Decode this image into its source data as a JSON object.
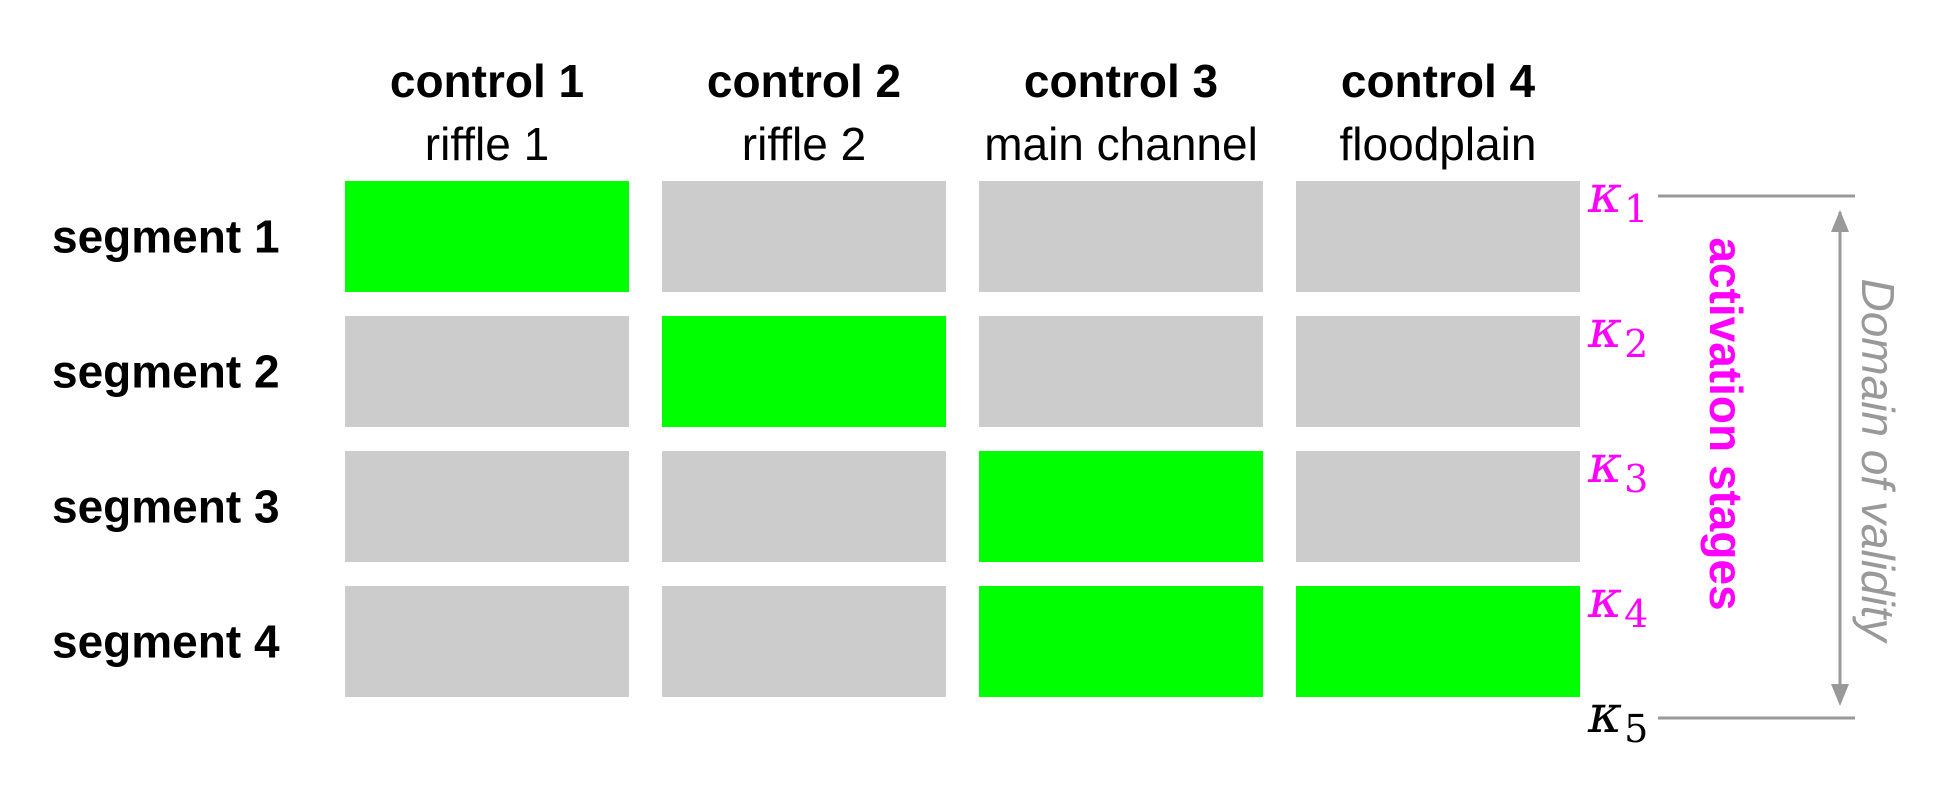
{
  "columns": [
    {
      "title": "control 1",
      "subtitle": "riffle 1"
    },
    {
      "title": "control 2",
      "subtitle": "riffle 2"
    },
    {
      "title": "control 3",
      "subtitle": "main channel"
    },
    {
      "title": "control 4",
      "subtitle": "floodplain"
    }
  ],
  "rows": [
    {
      "label": "segment 1",
      "active": [
        true,
        false,
        false,
        false
      ]
    },
    {
      "label": "segment 2",
      "active": [
        false,
        true,
        false,
        false
      ]
    },
    {
      "label": "segment 3",
      "active": [
        false,
        false,
        true,
        false
      ]
    },
    {
      "label": "segment 4",
      "active": [
        false,
        false,
        true,
        true
      ]
    }
  ],
  "kappas": [
    {
      "symbol": "κ",
      "index": "1",
      "color": "#ff00ff"
    },
    {
      "symbol": "κ",
      "index": "2",
      "color": "#ff00ff"
    },
    {
      "symbol": "κ",
      "index": "3",
      "color": "#ff00ff"
    },
    {
      "symbol": "κ",
      "index": "4",
      "color": "#ff00ff"
    },
    {
      "symbol": "κ",
      "index": "5",
      "color": "#000000"
    }
  ],
  "stages_label": "activation stages",
  "domain_label": "Domain of validity",
  "colors": {
    "active": "#00ff00",
    "inactive": "#cccccc",
    "stages": "#ff00ff",
    "domain": "#999999"
  }
}
